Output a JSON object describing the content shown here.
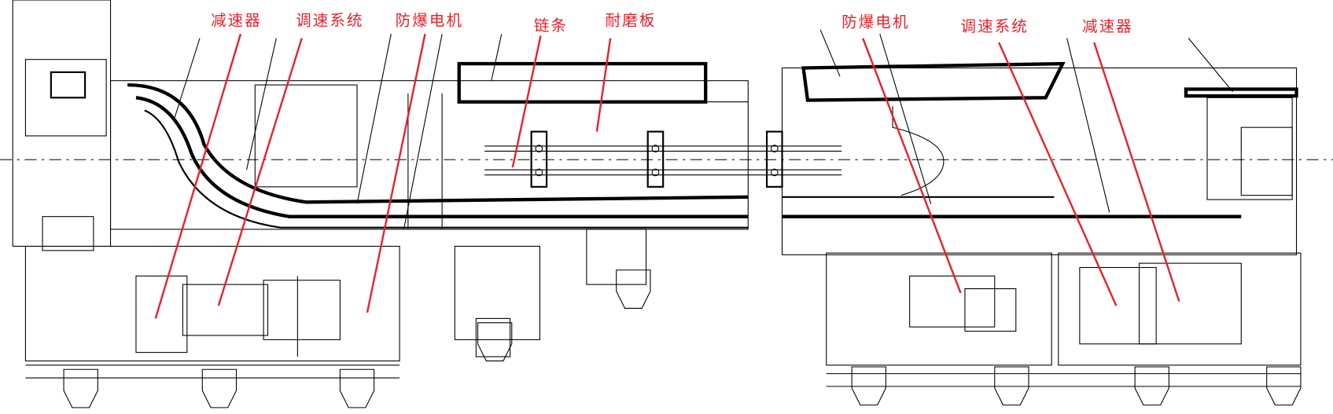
{
  "labels": {
    "left": {
      "reducer": "减速器",
      "speed_control": "调速系统",
      "motor": "防爆电机",
      "chain": "链条",
      "wear_plate": "耐磨板"
    },
    "right": {
      "motor": "防爆电机",
      "speed_control": "调速系统",
      "reducer": "减速器"
    }
  },
  "colors": {
    "label": "#e8202a",
    "line": "#000000"
  }
}
